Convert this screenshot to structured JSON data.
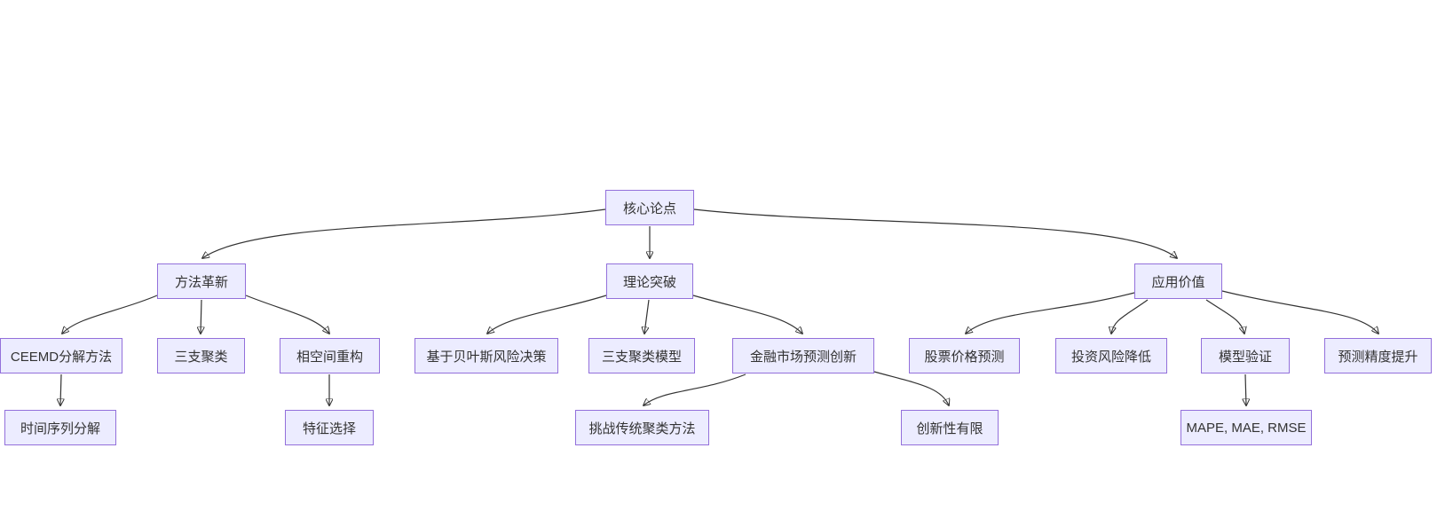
{
  "diagram": {
    "type": "flowchart",
    "direction": "top-down",
    "background_color": "#ffffff",
    "node_fill_color": "#ECECFF",
    "node_border_color": "#9370DB",
    "edge_color": "#333333",
    "text_color": "#333333",
    "nodes": {
      "core": {
        "label": "核心论点"
      },
      "method": {
        "label": "方法革新"
      },
      "theory": {
        "label": "理论突破"
      },
      "application": {
        "label": "应用价值"
      },
      "ceemd": {
        "label": "CEEMD分解方法"
      },
      "threeway": {
        "label": "三支聚类"
      },
      "phase": {
        "label": "相空间重构"
      },
      "bayes": {
        "label": "基于贝叶斯风险决策"
      },
      "twmodel": {
        "label": "三支聚类模型"
      },
      "finance": {
        "label": "金融市场预测创新"
      },
      "stock": {
        "label": "股票价格预测"
      },
      "risk": {
        "label": "投资风险降低"
      },
      "validation": {
        "label": "模型验证"
      },
      "accuracy": {
        "label": "预测精度提升"
      },
      "decompose": {
        "label": "时间序列分解"
      },
      "feature": {
        "label": "特征选择"
      },
      "challenge": {
        "label": "挑战传统聚类方法"
      },
      "limited": {
        "label": "创新性有限"
      },
      "metrics": {
        "label": "MAPE, MAE, RMSE"
      }
    },
    "edges": [
      {
        "from": "core",
        "to": "method"
      },
      {
        "from": "core",
        "to": "theory"
      },
      {
        "from": "core",
        "to": "application"
      },
      {
        "from": "method",
        "to": "ceemd"
      },
      {
        "from": "method",
        "to": "threeway"
      },
      {
        "from": "method",
        "to": "phase"
      },
      {
        "from": "theory",
        "to": "bayes"
      },
      {
        "from": "theory",
        "to": "twmodel"
      },
      {
        "from": "theory",
        "to": "finance"
      },
      {
        "from": "finance",
        "to": "challenge"
      },
      {
        "from": "finance",
        "to": "limited"
      },
      {
        "from": "application",
        "to": "stock"
      },
      {
        "from": "application",
        "to": "risk"
      },
      {
        "from": "application",
        "to": "validation"
      },
      {
        "from": "application",
        "to": "accuracy"
      },
      {
        "from": "ceemd",
        "to": "decompose"
      },
      {
        "from": "phase",
        "to": "feature"
      },
      {
        "from": "validation",
        "to": "metrics"
      }
    ]
  }
}
